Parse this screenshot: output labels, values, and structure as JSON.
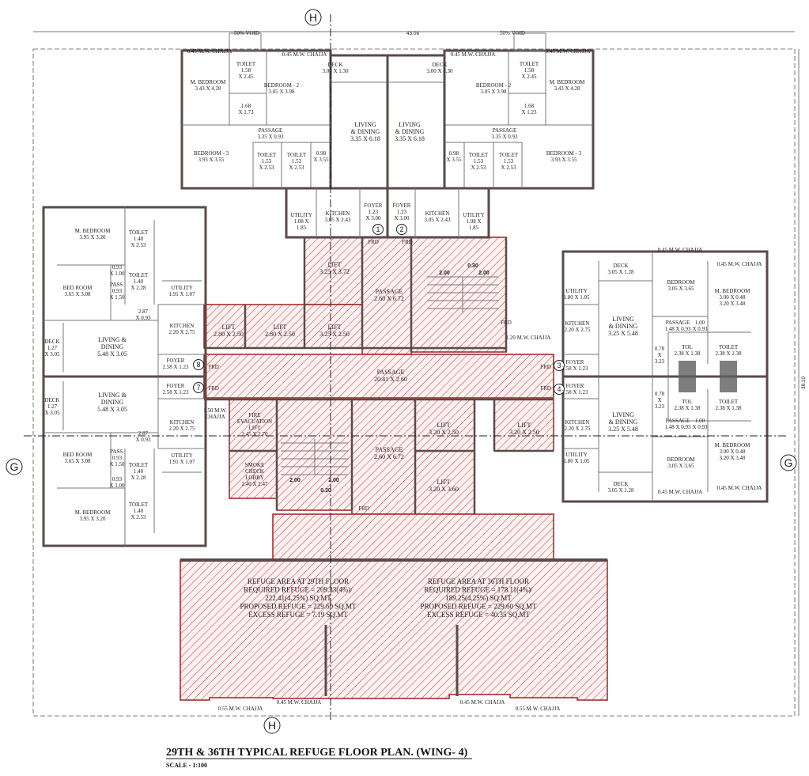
{
  "title": "29TH & 36TH TYPICAL REFUGE FLOOR PLAN. (WING- 4)",
  "scale": "SCALE - 1:100",
  "dimensions": {
    "overall_width": "43.08",
    "overall_depth": "38.10"
  },
  "section_markers": {
    "h": "H",
    "g": "G"
  },
  "flat_numbers": [
    "1",
    "2",
    "3",
    "4",
    "7",
    "8"
  ],
  "colors": {
    "hatch": "#c83232",
    "wall": "#5a4a4a",
    "hatch_bg": "#fdf1f1"
  },
  "units": {
    "u1": {
      "m_bedroom": [
        "M. BEDROOM",
        "3.43 X 4.28"
      ],
      "toilet1": [
        "TOILET",
        "1.58",
        "X 2.45"
      ],
      "dress": [
        "1.68",
        "X 1.73"
      ],
      "bedroom2": [
        "BEDROOM - 2",
        "3.05 X 3.98"
      ],
      "passage": [
        "PASSAGE",
        "3.35 X 0.93"
      ],
      "bedroom3": [
        "BEDROOM - 3",
        "3.93 X 3.55"
      ],
      "toilet2": [
        "TOILET",
        "1.53",
        "X 2.53"
      ],
      "toilet3": [
        "TOILET",
        "1.53",
        "X 2.53"
      ],
      "niche": [
        "0.98",
        "X 3.55"
      ],
      "living": [
        "LIVING",
        "& DINING",
        "3.35 X 6.18"
      ],
      "deck": [
        "DECK",
        "3.00 X 1.30"
      ],
      "foyer": [
        "FOYER",
        "1.23",
        "X 3.00"
      ],
      "kitchen": [
        "KITCHEN",
        "3.05 X 2.43"
      ],
      "utility": [
        "UTILITY",
        "1.08 X",
        "1.85"
      ]
    },
    "u2": {
      "m_bedroom": [
        "M. BEDROOM",
        "3.43 X 4.28"
      ],
      "toilet1": [
        "TOILET",
        "1.58",
        "X 2.45"
      ],
      "dress": [
        "1.68",
        "X 1.23"
      ],
      "bedroom2": [
        "BEDROOM - 2",
        "3.05 X 3.98"
      ],
      "passage": [
        "PASSAGE",
        "3.35 X 0.93"
      ],
      "bedroom3": [
        "BEDROOM - 3",
        "3.93 X 3.55"
      ],
      "toilet2": [
        "TOILET",
        "1.53",
        "X 2.53"
      ],
      "toilet3": [
        "TOILET",
        "1.53",
        "X 2.53"
      ],
      "niche": [
        "0.98",
        "X 3.55"
      ],
      "living": [
        "LIVING",
        "& DINING",
        "3.35 X 6.18"
      ],
      "deck": [
        "DECK",
        "3.00 X 1.30"
      ],
      "foyer": [
        "FOYER",
        "1.23",
        "X 3.00"
      ],
      "kitchen": [
        "KITCHEN",
        "3.05 X 2.43"
      ],
      "utility": [
        "UTILITY",
        "1.08 X",
        "1.85"
      ]
    },
    "u8": {
      "m_bedroom": [
        "M. BEDROOM",
        "3.95 X 3.20"
      ],
      "toilet1": [
        "TOILET",
        "1.40",
        "X 2.53"
      ],
      "pass1": [
        "0.93",
        "X 1.00"
      ],
      "toilet2": [
        "TOILET",
        "1.40",
        "X 2.28"
      ],
      "bedroom": [
        "BED ROOM",
        "3.65 X 3.08"
      ],
      "pass2": [
        "PASS.",
        "0.93",
        "X 1.50"
      ],
      "passage": [
        "2.87",
        "X 0.93"
      ],
      "utility": [
        "UTILITY",
        "1.91 X 1.07"
      ],
      "kitchen": [
        "KITCHEN",
        "2.20 X 2.75"
      ],
      "deck": [
        "DECK",
        "1.27",
        "X 3.05"
      ],
      "living": [
        "LIVING &",
        "DINING",
        "5.48 X 3.05"
      ],
      "foyer": [
        "FOYER",
        "2.58 X 1.23"
      ]
    },
    "u7": {
      "m_bedroom": [
        "M. BEDROOM",
        "3.95 X 3.20"
      ],
      "toilet1": [
        "TOILET",
        "1.40",
        "X 2.53"
      ],
      "pass1": [
        "0.93",
        "X 1.00"
      ],
      "toilet2": [
        "TOILET",
        "1.40",
        "X 2.28"
      ],
      "bedroom": [
        "BED ROOM",
        "3.65 X 3.08"
      ],
      "pass2": [
        "PASS.",
        "0.93",
        "X 1.50"
      ],
      "passage": [
        "2.87",
        "X 0.93"
      ],
      "utility": [
        "UTILITY",
        "1.91 X 1.07"
      ],
      "kitchen": [
        "KITCHEN",
        "2.20 X 2.75"
      ],
      "deck": [
        "DECK",
        "1.27",
        "X 3.05"
      ],
      "living": [
        "LIVING &",
        "DINING",
        "5.48 X 3.05"
      ],
      "foyer": [
        "FOYER",
        "2.58 X 1.23"
      ]
    },
    "u3": {
      "deck": [
        "DECK",
        "3.05 X 1.28"
      ],
      "bedroom": [
        "BEDROOM",
        "3.05 X 3.65"
      ],
      "m_bedroom": [
        "M. BEDROOM",
        "3.00 X 0.48",
        "3.20 X 3.48"
      ],
      "utility": [
        "UTILITY",
        "1.80 X 1.05"
      ],
      "kitchen": [
        "KITCHEN",
        "2.20 X 2.75"
      ],
      "living": [
        "LIVING",
        "& DINING",
        "3.25 X 5.48"
      ],
      "passage": [
        "PASSAGE",
        "1.48 X 0.93"
      ],
      "pass2": [
        "1.00",
        "X 0.93"
      ],
      "niche": [
        "0.78",
        "X",
        "3.23"
      ],
      "tol": [
        "TOL",
        "2.38 X 1.38"
      ],
      "toilet": [
        "TOILET",
        "2.38 X 1.38"
      ],
      "foyer": [
        "FOYER",
        "2.58 X 1.23"
      ]
    },
    "u4": {
      "deck": [
        "DECK",
        "3.05 X 1.28"
      ],
      "bedroom": [
        "BEDROOM",
        "3.05 X 3.65"
      ],
      "m_bedroom": [
        "M. BEDROOM",
        "3.00 X 0.48",
        "3.20 X 3.48"
      ],
      "utility": [
        "UTILITY",
        "1.80 X 1.05"
      ],
      "kitchen": [
        "KITCHEN",
        "2.20 X 2.75"
      ],
      "living": [
        "LIVING",
        "& DINING",
        "3.25 X 5.48"
      ],
      "passage": [
        "PASSAGE",
        "1.48 X 0.93"
      ],
      "pass2": [
        "1.00",
        "X 0.93"
      ],
      "niche": [
        "0.78",
        "X",
        "3.23"
      ],
      "tol": [
        "TOL",
        "2.38 X 1.38"
      ],
      "toilet": [
        "TOILET",
        "2.38 X 1.38"
      ],
      "foyer": [
        "FOYER",
        "2.58 X 1.23"
      ]
    }
  },
  "core": {
    "lift_a": [
      "LIFT",
      "3.25 X 3.72"
    ],
    "lift_b": [
      "LIFT",
      "2.80 X 2.50"
    ],
    "lift_c": [
      "LIFT",
      "2.80 X 2.50"
    ],
    "lift_d": [
      "LIFT",
      "3.25 X 2.50"
    ],
    "passage_top": [
      "PASSAGE",
      "2.60 X 6.72"
    ],
    "passage_main": [
      "PASSAGE",
      "20.41 X 2.60"
    ],
    "passage_bottom": [
      "PASSAGE",
      "2.60 X 6.72"
    ],
    "fire_lift": [
      "FIRE",
      "EVACUATION",
      "LIFT",
      "2.45 X 2.70"
    ],
    "smoke_lobby": [
      "SMOKE",
      "CHECK",
      "LOBBY",
      "2.40 X 2.47"
    ],
    "lift_e": [
      "LIFT",
      "3.20 X 2.50"
    ],
    "lift_f": [
      "LIFT",
      "3.20 X 2.50"
    ],
    "lift_g": [
      "LIFT",
      "3.20 X 3.60"
    ],
    "chajja_120": [
      "1.20 M.W. CHAJJA"
    ],
    "chajja_150": [
      "1.50 M.W.",
      "CHAJJA"
    ],
    "stair_dims": [
      "2.00",
      "0.30",
      "2.00"
    ],
    "stair_dims2": [
      "2.00",
      "0.30",
      "2.00"
    ],
    "frd": "FRD"
  },
  "refuge": {
    "r29": [
      "REFUGE AREA AT 29TH FLOOR",
      "REQUIRED REFUGE = 209.33(4%)/",
      "222.41(4.25%) SQ.MT",
      "PROPOSED REFUGE = 229.60 SQ.MT",
      "EXCESS REFUGE = 7.19 SQ.MT"
    ],
    "r36": [
      "REFUGE AREA AT 36TH FLOOR",
      "REQUIRED REFUGE = 178.11(4%)/",
      "189.25(4.25%) SQ.MT",
      "PROPOSED REFUGE = 229.60 SQ.MT",
      "EXCESS REFUGE = 40.35 SQ.MT"
    ]
  },
  "chajjas": {
    "c045": "0.45 M.W. CHAJJA",
    "c055": "0.55 M.W. CHAJJA",
    "void": "50% VOID"
  }
}
